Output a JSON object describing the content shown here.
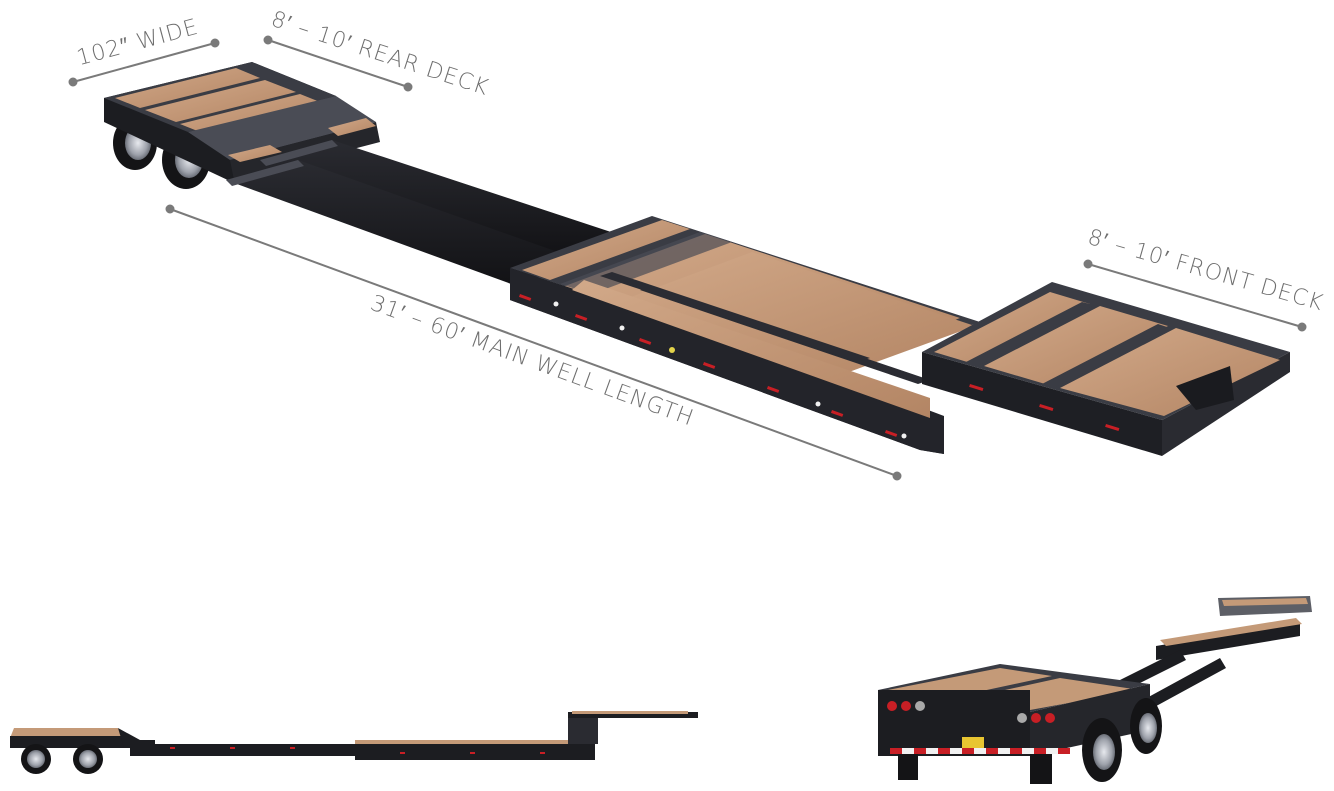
{
  "dimensions": {
    "width_label": "102″ WIDE",
    "rear_deck_label": "8′ – 10′ REAR DECK",
    "main_well_label": "31′ – 60′ MAIN WELL LENGTH",
    "front_deck_label": "8′ – 10′ FRONT DECK"
  },
  "license_plate": "",
  "colors": {
    "frame": "#1f1f23",
    "frame_edge": "#3b3d45",
    "deck_wood": "#c49a78",
    "deck_wood_dark": "#a47c5d",
    "dimension_line": "#7a7a7a",
    "reflector_red": "#c81f25",
    "reflector_white": "#f1f1f1",
    "tire": "#151517",
    "rim": "#b9bcc3"
  }
}
